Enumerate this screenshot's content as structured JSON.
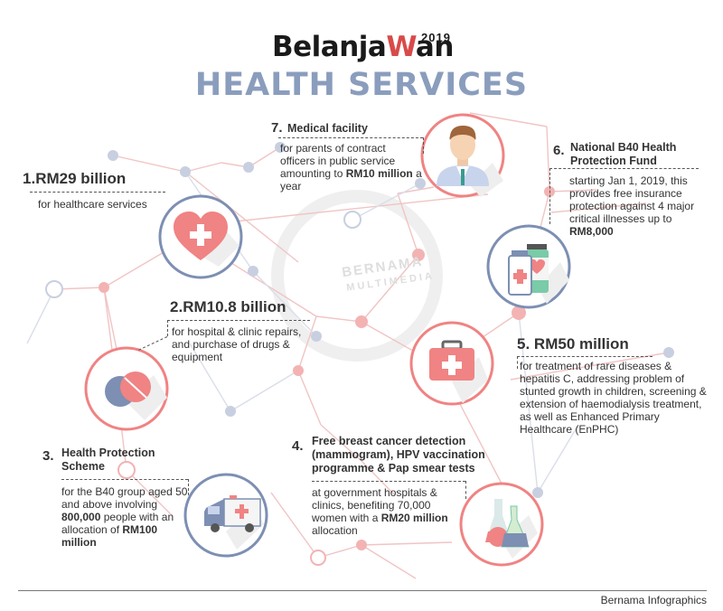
{
  "header": {
    "brand": "Belanjawan",
    "brand_part1": "Belanja",
    "brand_w": "W",
    "brand_part2": "an",
    "year": "2019",
    "title": "HEALTH SERVICES"
  },
  "items": [
    {
      "num": "1.",
      "heading": "RM29 billion",
      "desc": "for healthcare services"
    },
    {
      "num": "2.",
      "heading": "RM10.8 billion",
      "desc": "for hospital & clinic repairs, and purchase of drugs & equipment"
    },
    {
      "num": "3.",
      "heading_line1": "Health Protection",
      "heading_line2": "Scheme",
      "desc1": "for the B40 group aged 50 and above involving ",
      "desc_bold1": "800,000",
      "desc2": " people with an allocation of ",
      "desc_bold2": "RM100 million"
    },
    {
      "num": "4.",
      "heading_line1": "Free breast cancer detection",
      "heading_line2": "(mammogram), HPV vaccination",
      "heading_line3": "programme & Pap smear tests",
      "desc1": "at government hospitals & clinics, benefiting 70,000 women with a ",
      "desc_bold": "RM20 million",
      "desc2": " allocation"
    },
    {
      "num": "5.",
      "heading": "RM50 million",
      "desc": "for treatment of rare diseases & hepatitis C, addressing problem of stunted growth in children, screening & extension of haemodialysis treatment, as well as Enhanced Primary Healthcare (EnPHC)"
    },
    {
      "num": "6.",
      "heading_line1": "National B40 Health",
      "heading_line2": "Protection Fund",
      "desc1": "starting Jan 1, 2019, this provides free insurance protection against 4 major critical illnesses up to ",
      "desc_bold": "RM8,000"
    },
    {
      "num": "7.",
      "heading": "Medical facility",
      "desc1": "for parents of contract officers in public service amounting to ",
      "desc_bold": "RM10 million",
      "desc2": " a year"
    }
  ],
  "watermark": {
    "line1": "BERNAMA",
    "line2": "MULTIMEDIA"
  },
  "footer": "Bernama Infographics",
  "colors": {
    "accent_red": "#e87a7a",
    "ring": "#7d8fb3",
    "title": "#8a9dbd",
    "node_pink": "#f3b3b3",
    "node_blue": "#c8cfe0"
  },
  "icons": [
    "heart-plus-icon",
    "pills-icon",
    "ambulance-icon",
    "flask-icon",
    "first-aid-kit-icon",
    "medicine-bottles-icon",
    "doctor-icon"
  ]
}
